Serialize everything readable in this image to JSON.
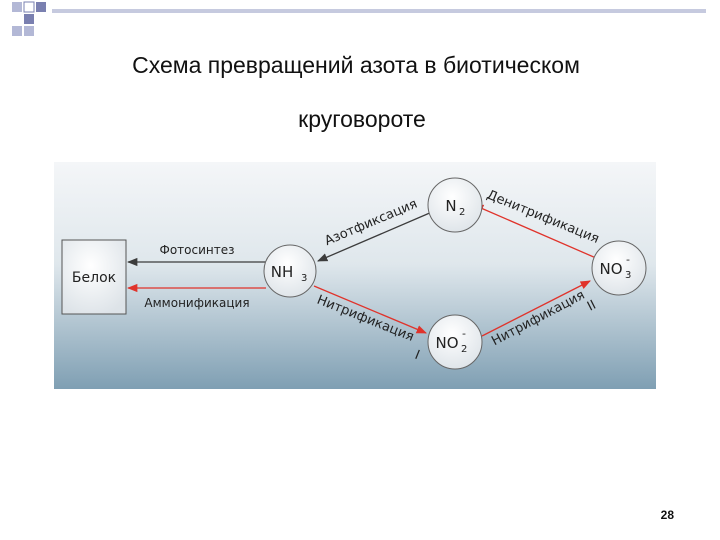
{
  "slide": {
    "title_line1": "Схема превращений азота в биотическом",
    "title_line2": "круговороте",
    "page_number": "28"
  },
  "diagram": {
    "nodes": {
      "protein": "Белок",
      "nh3": "NH",
      "nh3_sub": "3",
      "n2": "N",
      "n2_sub": "2",
      "no3": "NO",
      "no3_sub": "3",
      "no3_sup": "-",
      "no2": "NO",
      "no2_sub": "2",
      "no2_sup": "-"
    },
    "edges": {
      "photosynthesis": "Фотосинтез",
      "ammonification": "Аммонификация",
      "nitrogen_fixation": "Азотфиксация",
      "denitrification": "Денитрификация",
      "nitrification_1": "Нитрификация",
      "nitrification_1_num": "I",
      "nitrification_2": "Нитрификация",
      "nitrification_2_num": "II"
    },
    "colors": {
      "red_arrow": "#e0332b",
      "dark_arrow": "#3c3c3c",
      "background_top": "#f4f6f8",
      "background_bottom": "#7f9fb3"
    }
  }
}
